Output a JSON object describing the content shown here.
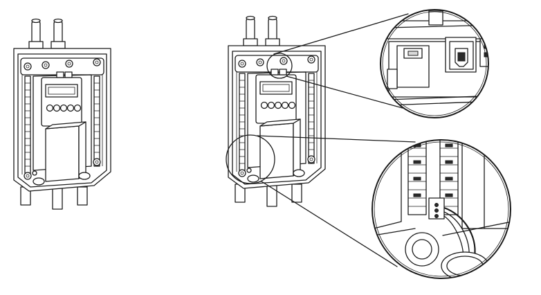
{
  "figure": {
    "views": [
      "enclosure-overview",
      "enclosure-detail"
    ],
    "callouts": [
      "usb-port-detail",
      "cable-gland-detail"
    ],
    "colors": {
      "line": "#1a1a1a",
      "fill": "#ffffff",
      "shade": "#d9d9d9"
    }
  }
}
